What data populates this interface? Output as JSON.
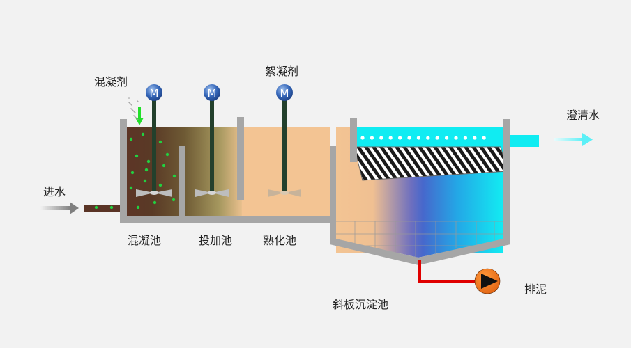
{
  "labels": {
    "coagulant": "混凝剂",
    "flocculant": "絮凝剂",
    "inlet": "进水",
    "clear_water": "澄清水",
    "coagulation_tank": "混凝池",
    "dosing_tank": "投加池",
    "maturation_tank": "熟化池",
    "inclined_plate_settler": "斜板沉淀池",
    "sludge_discharge": "排泥"
  },
  "motor_symbol": "M",
  "colors": {
    "background": "#f2f2f2",
    "wall": "#a6a6a6",
    "sludge_brown": "#5a3426",
    "olive": "#8a7e46",
    "tan": "#f3c493",
    "clear_cyan": "#10ecf2",
    "settle_blue": "#4a6fd0",
    "sludge_pipe_red": "#e00000",
    "pump_orange": "#f07016",
    "coagulant_arrow_green": "#22e02a",
    "particle_green": "#22d040",
    "motor_blue": "#2c58a8",
    "inlet_arrow_gray": "#888888",
    "outlet_arrow_cyan": "#66f0f8"
  },
  "icons": [
    "motor-icon",
    "impeller-icon",
    "pump-icon",
    "arrow-icon"
  ]
}
